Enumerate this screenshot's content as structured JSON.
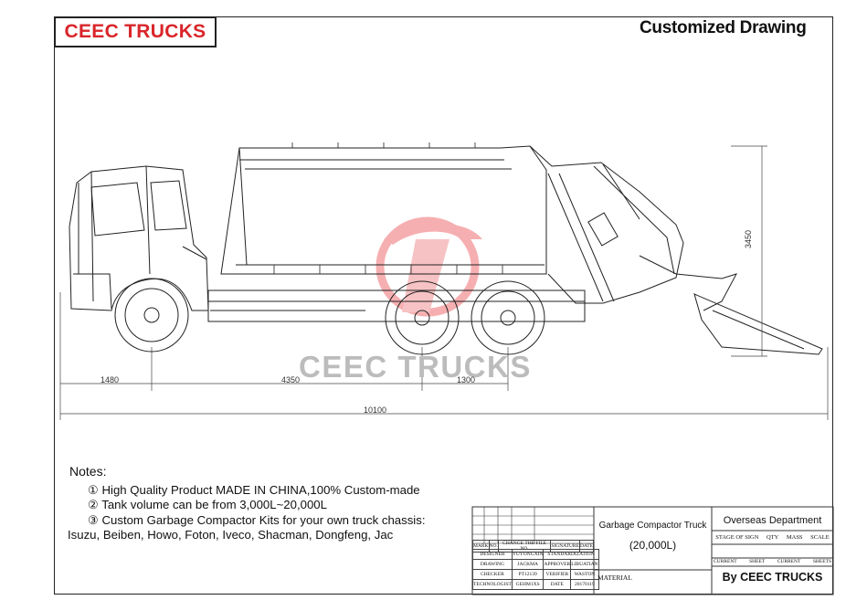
{
  "brand": {
    "logo_text": "CEEC TRUCKS",
    "accent_color": "#d9252a"
  },
  "header": {
    "title": "Customized Drawing"
  },
  "drawing": {
    "watermark": "CEEC TRUCKS",
    "dimensions": {
      "front_overhang": "1480",
      "wheelbase": "4350",
      "axle_spacing": "1300",
      "total_length": "10100",
      "height": "3450"
    }
  },
  "notes": {
    "heading": "Notes:",
    "items": [
      "① High Quality Product MADE IN CHINA,100% Custom-made",
      "② Tank volume can be from 3,000L~20,000L",
      "③ Custom Garbage Compactor Kits for your own truck chassis:"
    ],
    "brands": "Isuzu, Beiben, Howo, Foton, Iveco, Shacman, Dongfeng, Jac"
  },
  "title_block": {
    "product_name": "Garbage Compactor Truck",
    "capacity": "(20,000L)",
    "department": "Overseas Department",
    "stage_labels": [
      "STAGE OF SIGN",
      "QTY",
      "MASS",
      "SCALE"
    ],
    "sheet_labels": [
      "CURRENT",
      "SHEET",
      "CURRENT",
      "SHEETS"
    ],
    "by_line": "By CEEC TRUCKS",
    "material_label": "MATERIAL",
    "rev_header": [
      "MARK",
      "NO.",
      "CHANGE THE FILE NO.",
      "SIGNATURE",
      "DATE"
    ],
    "sign_rows": [
      [
        "DESIGNER",
        "YUYONGXIN",
        "STANDARDIZATION",
        ""
      ],
      [
        "DRAWING",
        "JACKMA",
        "APPROVER",
        "LIBUATIAN"
      ],
      [
        "CHECKER",
        "PT12139",
        "VERIFIER",
        "WASTON"
      ],
      [
        "TECHNOLOGIST",
        "GEHM1XS",
        "DATE",
        "20170119"
      ]
    ]
  }
}
